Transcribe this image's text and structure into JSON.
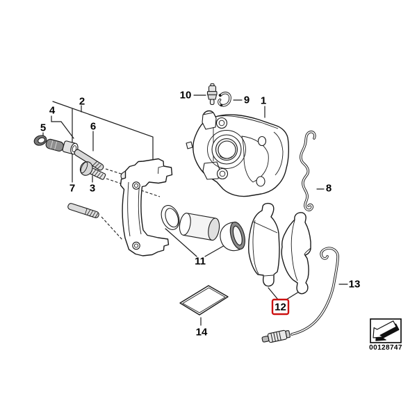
{
  "figure": {
    "description": "Exploded technical line drawing of a rear brake caliper assembly with numbered part callouts"
  },
  "colors": {
    "line": "#1a1a1a",
    "highlight_red": "#cc1111",
    "background": "#ffffff"
  },
  "callouts": {
    "c1": "1",
    "c2": "2",
    "c3": "3",
    "c4": "4",
    "c5": "5",
    "c6": "6",
    "c7": "7",
    "c8": "8",
    "c9": "9",
    "c10": "10",
    "c11": "11",
    "c12": "12",
    "c13": "13",
    "c14": "14"
  },
  "highlighted_callout": "12",
  "stamp": {
    "number": "00128747",
    "icon": "direction-arrow-icon"
  }
}
